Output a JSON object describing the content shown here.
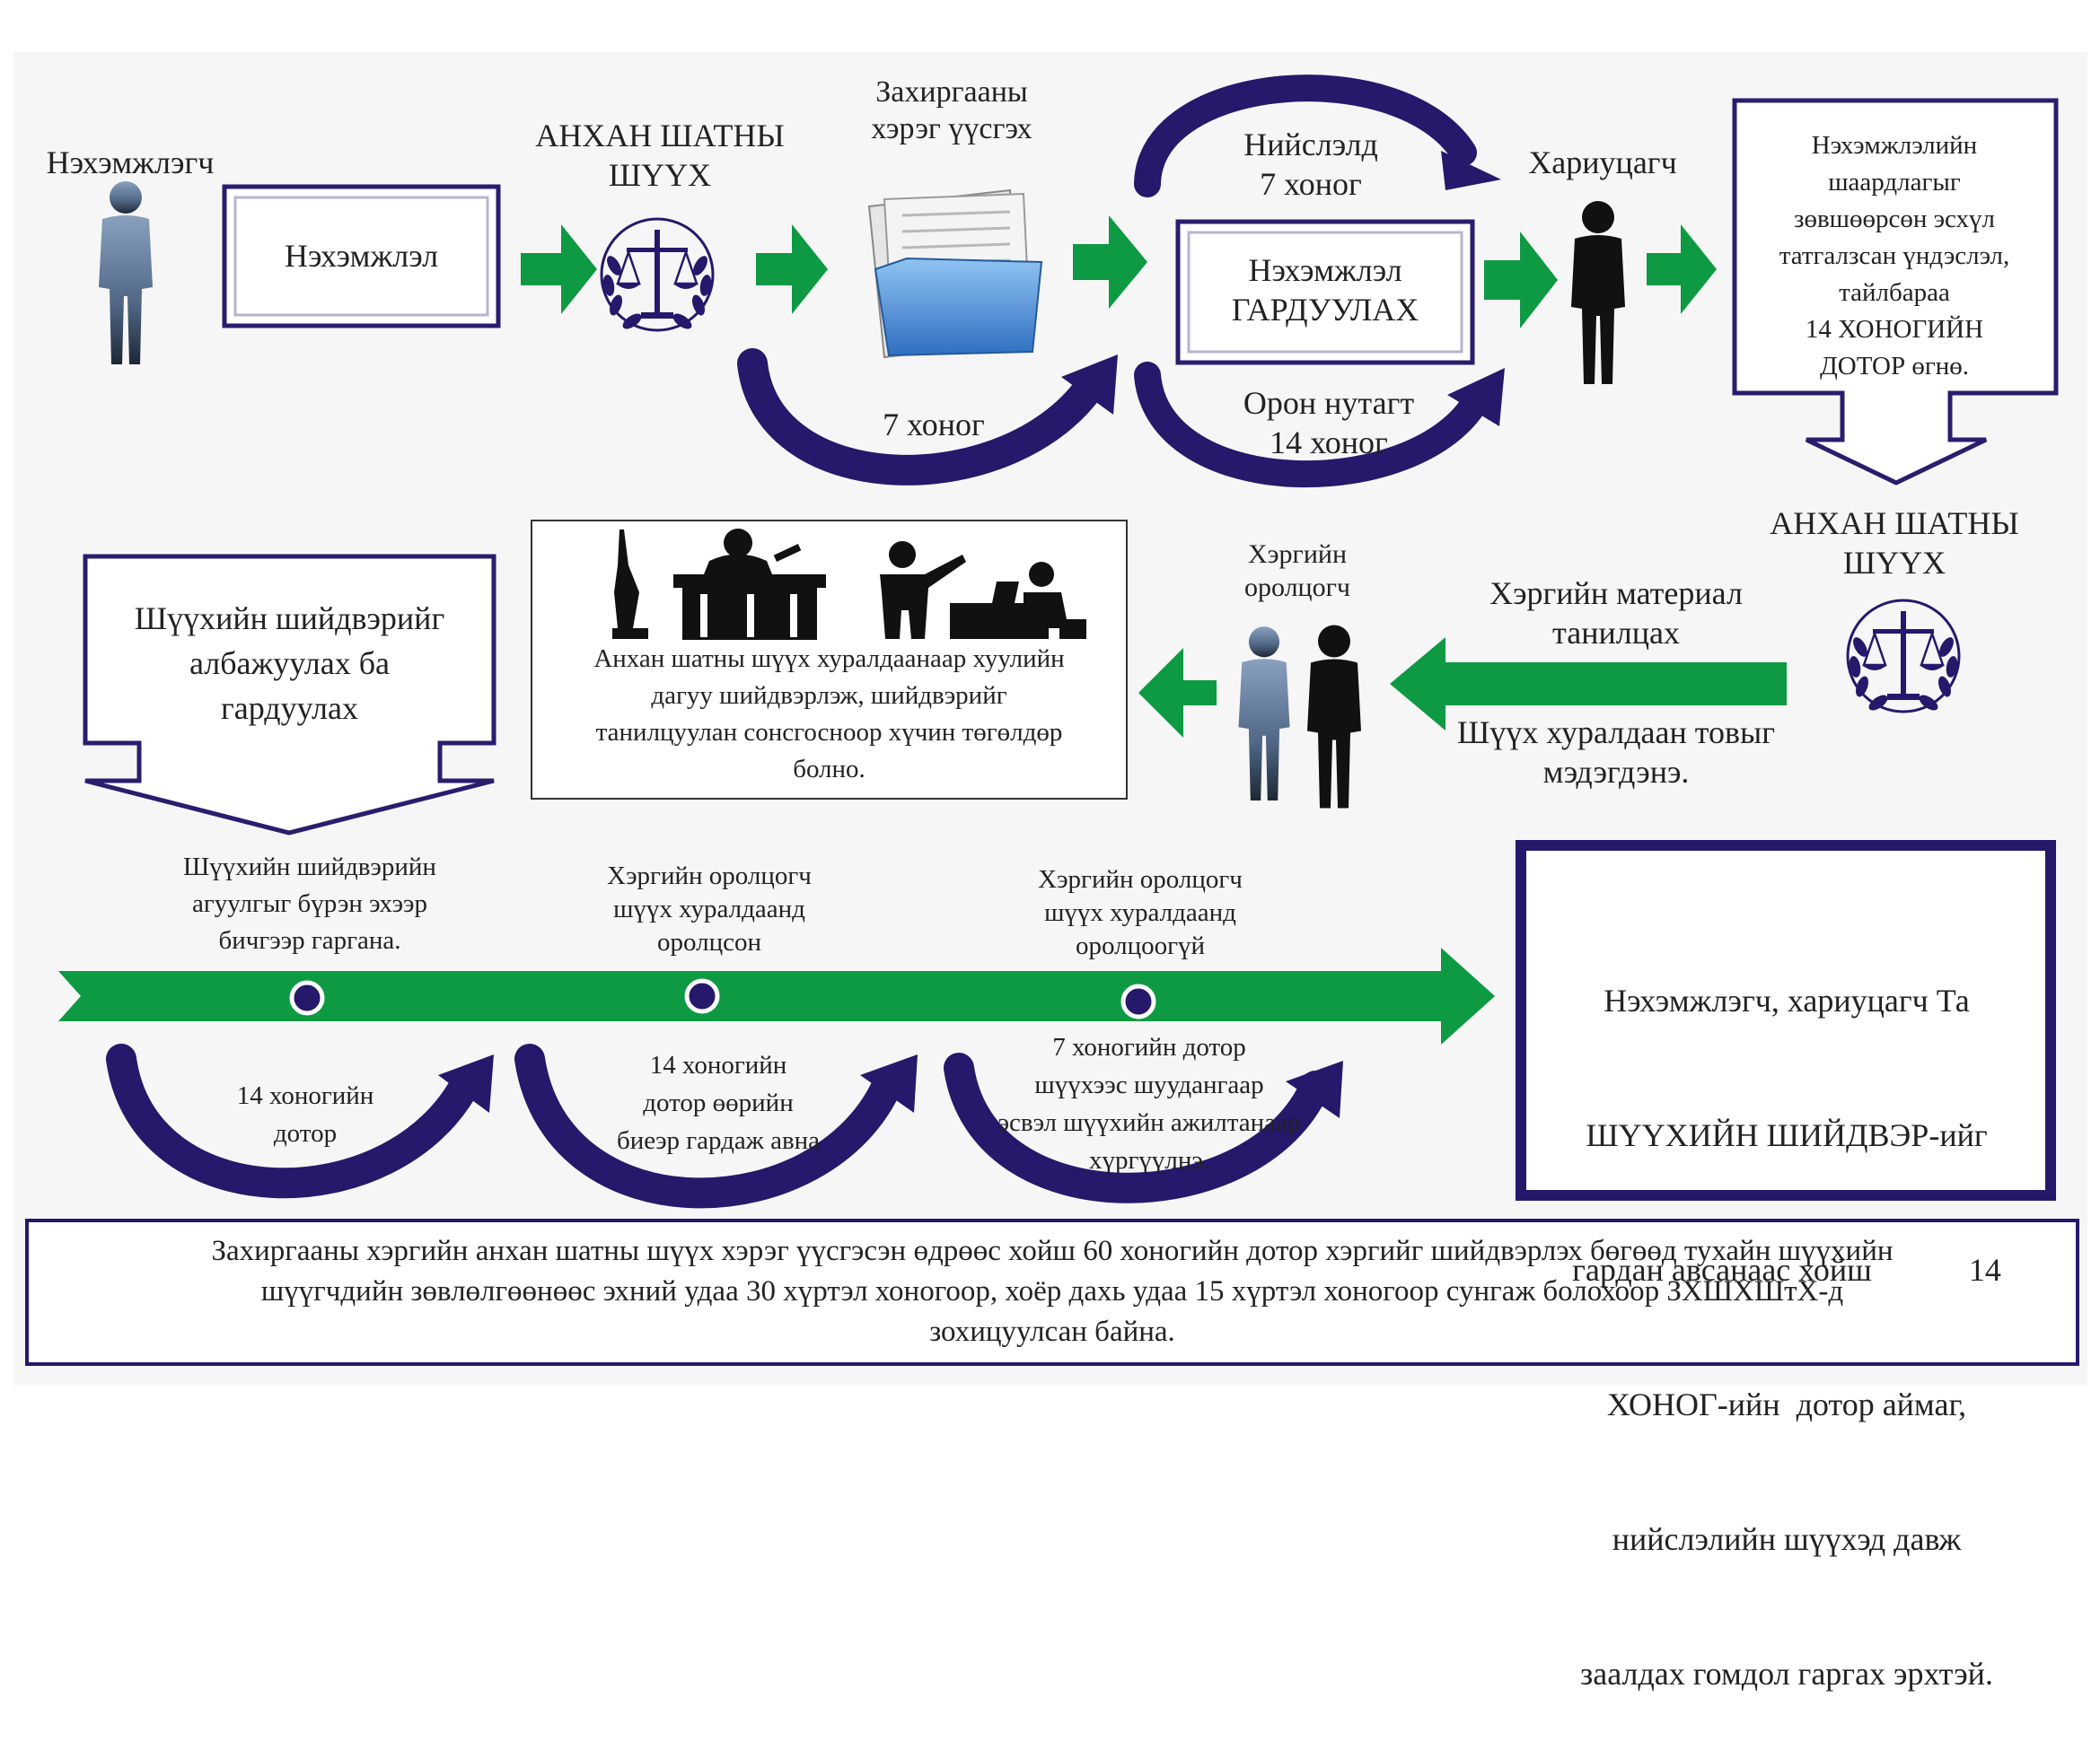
{
  "colors": {
    "navy": "#26186b",
    "green": "#0d9a43",
    "box_border": "#2a1d6e",
    "inner_frame": "#b9b3cf",
    "person_blue": "#6f86a5",
    "person_dark": "#111111",
    "folder_blue": "#4a8fd8"
  },
  "icons": {
    "person_plaintiff": "person-icon",
    "court_emblem": "scales-of-justice-icon",
    "folder": "document-folder-icon",
    "defendant": "person-icon",
    "participants": "two-persons-icon",
    "courtroom": "courtroom-scene-icon"
  },
  "row1": {
    "plaintiff_label": "Нэхэмжлэгч",
    "claim_label": "Нэхэмжлэл",
    "court_label_line1": "АНХАН ШАТНЫ",
    "court_label_line2": "ШҮҮХ",
    "case_label_line1": "Захиргааны",
    "case_label_line2": "хэрэг үүсгэх",
    "days7_label": "7  хоног",
    "capital_line1": "Нийслэлд",
    "capital_line2": "7 хоног",
    "deliver_line1": "Нэхэмжлэл",
    "deliver_line2": "ГАРДУУЛАХ",
    "local_line1": "Орон нутагт",
    "local_line2": "14 хоног",
    "defendant_label": "Хариуцагч",
    "response_lines": [
      "Нэхэмжлэлийн",
      "шаардлагыг",
      "зөвшөөрсөн эсхүл",
      "татгалзсан үндэслэл,",
      "тайлбараа",
      "14 ХОНОГИЙН",
      "ДОТОР өгнө."
    ]
  },
  "row2": {
    "court_label_line1": "АНХАН ШАТНЫ",
    "court_label_line2": "ШҮҮХ",
    "material_line1": "Хэргийн материал",
    "material_line2": "танилцах",
    "hearing_line1": "Шүүх хуралдаан товыг",
    "hearing_line2": "мэдэгдэнэ.",
    "participants_line1": "Хэргийн",
    "participants_line2": "оролцогч",
    "decision_lines": [
      "Анхан шатны шүүх хуралдаанаар хуулийн",
      "дагуу шийдвэрлэж, шийдвэрийг",
      "танилцуулан сонсгосноор хүчин төгөлдөр",
      "болно."
    ],
    "deliver_decision_lines": [
      "Шүүхийн шийдвэрийг",
      "албажуулах ба",
      "гардуулах"
    ]
  },
  "row3": {
    "step1_top": [
      "Шүүхийн шийдвэрийн",
      "агуулгыг  бүрэн эхээр",
      "бичгээр  гаргана."
    ],
    "step2_top": [
      "Хэргийн оролцогч",
      "шүүх хуралдаанд",
      "оролцсон"
    ],
    "step3_top": [
      "Хэргийн оролцогч",
      "шүүх хуралдаанд",
      "оролцоогүй"
    ],
    "step1_bottom": [
      "14 хоногийн",
      "дотор"
    ],
    "step2_bottom": [
      "14 хоногийн",
      "дотор өөрийн",
      "биеэр гардаж авна"
    ],
    "step3_bottom": [
      "7 хоногийн дотор",
      "шүүхээс шуудангаар",
      "эсвэл шүүхийн ажилтанаар",
      "хүргүүлнэ."
    ],
    "appeal_lines": [
      "Нэхэмжлэгч, хариуцагч Та",
      "ШҮҮХИЙН ШИЙДВЭР-ийг",
      "гардан авсанаас хойш            14",
      "ХОНОГ-ийн  дотор аймаг,",
      "нийслэлийн шүүхэд давж",
      "заалдах гомдол гаргах эрхтэй."
    ]
  },
  "footer": {
    "lines": [
      "Захиргааны хэргийн анхан шатны шүүх хэрэг үүсгэсэн өдрөөс хойш 60 хоногийн дотор хэргийг шийдвэрлэх бөгөөд тухайн шүүхийн",
      "шүүгчдийн зөвлөлгөөнөөс эхний удаа 30 хүртэл хоногоор, хоёр дахь удаа 15 хүртэл хоногоор сунгаж болохоор  ЗХШХШтХ-д",
      "зохицуулсан  байна."
    ]
  }
}
